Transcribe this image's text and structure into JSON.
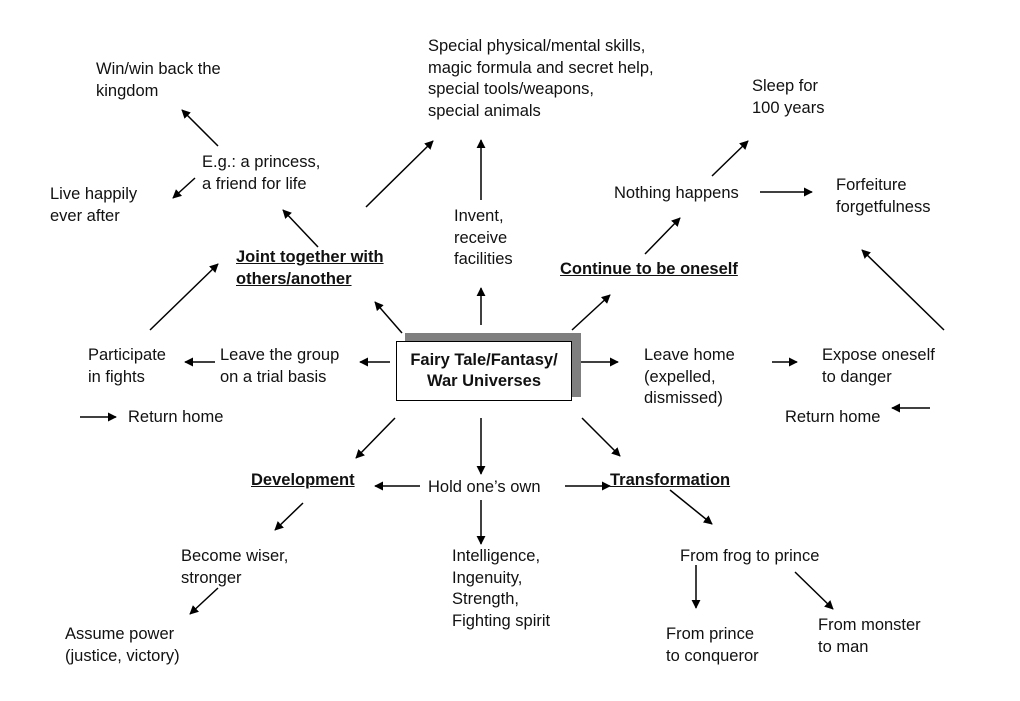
{
  "center": "Fairy Tale/Fantasy/\nWar Universes",
  "headings": {
    "joint": "Joint together with\nothers/another",
    "continue": "Continue to be oneself",
    "development": "Development",
    "transformation": "Transformation"
  },
  "labels": {
    "win_kingdom": "Win/win back the\nkingdom",
    "princess": "E.g.: a princess,\na friend for life",
    "live_happily": "Live happily\never after",
    "special_skills": "Special physical/mental skills,\nmagic formula and secret help,\nspecial tools/weapons,\nspecial animals",
    "invent": "Invent,\nreceive\nfacilities",
    "sleep": "Sleep for\n100 years",
    "nothing_happens": "Nothing happens",
    "forfeiture": "Forfeiture\nforgetfulness",
    "participate": "Participate\nin fights",
    "leave_group": "Leave the group\non a trial basis",
    "return_home_left": "Return home",
    "leave_home": "Leave home\n(expelled,\ndismissed)",
    "expose": "Expose oneself\nto danger",
    "return_home_right": "Return home",
    "hold_own": "Hold one’s own",
    "become_wiser": "Become wiser,\nstronger",
    "assume_power": "Assume power\n(justice, victory)",
    "intelligence": "Intelligence,\nIngenuity,\nStrength,\nFighting spirit",
    "frog": "From frog to prince",
    "prince_conqueror": "From prince\nto conqueror",
    "monster": "From monster\nto man"
  }
}
